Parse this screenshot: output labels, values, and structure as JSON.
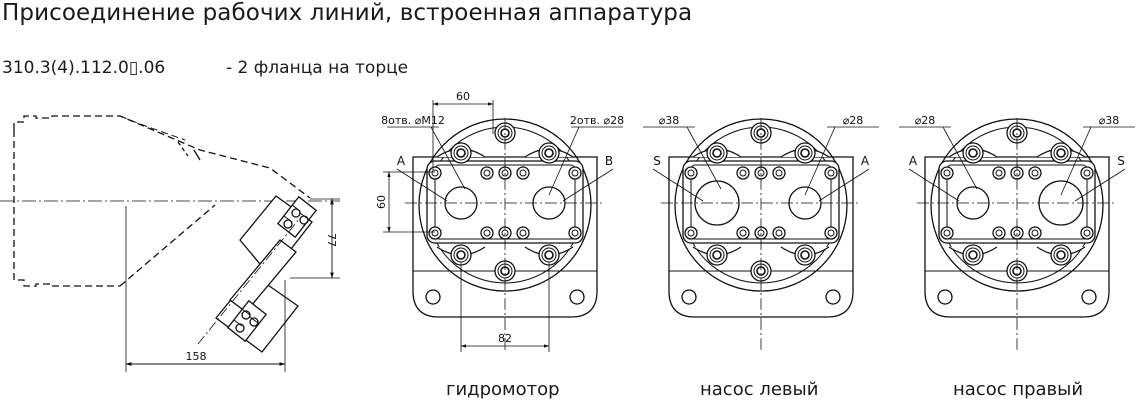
{
  "title": "Присоединение рабочих линий, встроенная аппаратура",
  "variant": {
    "code": "310.3(4).112.0▯.06",
    "description": "- 2 фланца на торце"
  },
  "side_view": {
    "dim_width": "158",
    "dim_height": "77"
  },
  "views": [
    {
      "caption": "гидромотор",
      "label_left": "A",
      "label_right": "B",
      "callout_left": "8отв. ⌀M12",
      "callout_right": "2отв. ⌀28",
      "dim_top": "60",
      "dim_bottom": "82",
      "dim_side": "60"
    },
    {
      "caption": "насос левый",
      "label_left": "S",
      "label_right": "A",
      "callout_left": "⌀38",
      "callout_right": "⌀28"
    },
    {
      "caption": "насос правый",
      "label_left": "A",
      "label_right": "S",
      "callout_left": "⌀28",
      "callout_right": "⌀38"
    }
  ]
}
